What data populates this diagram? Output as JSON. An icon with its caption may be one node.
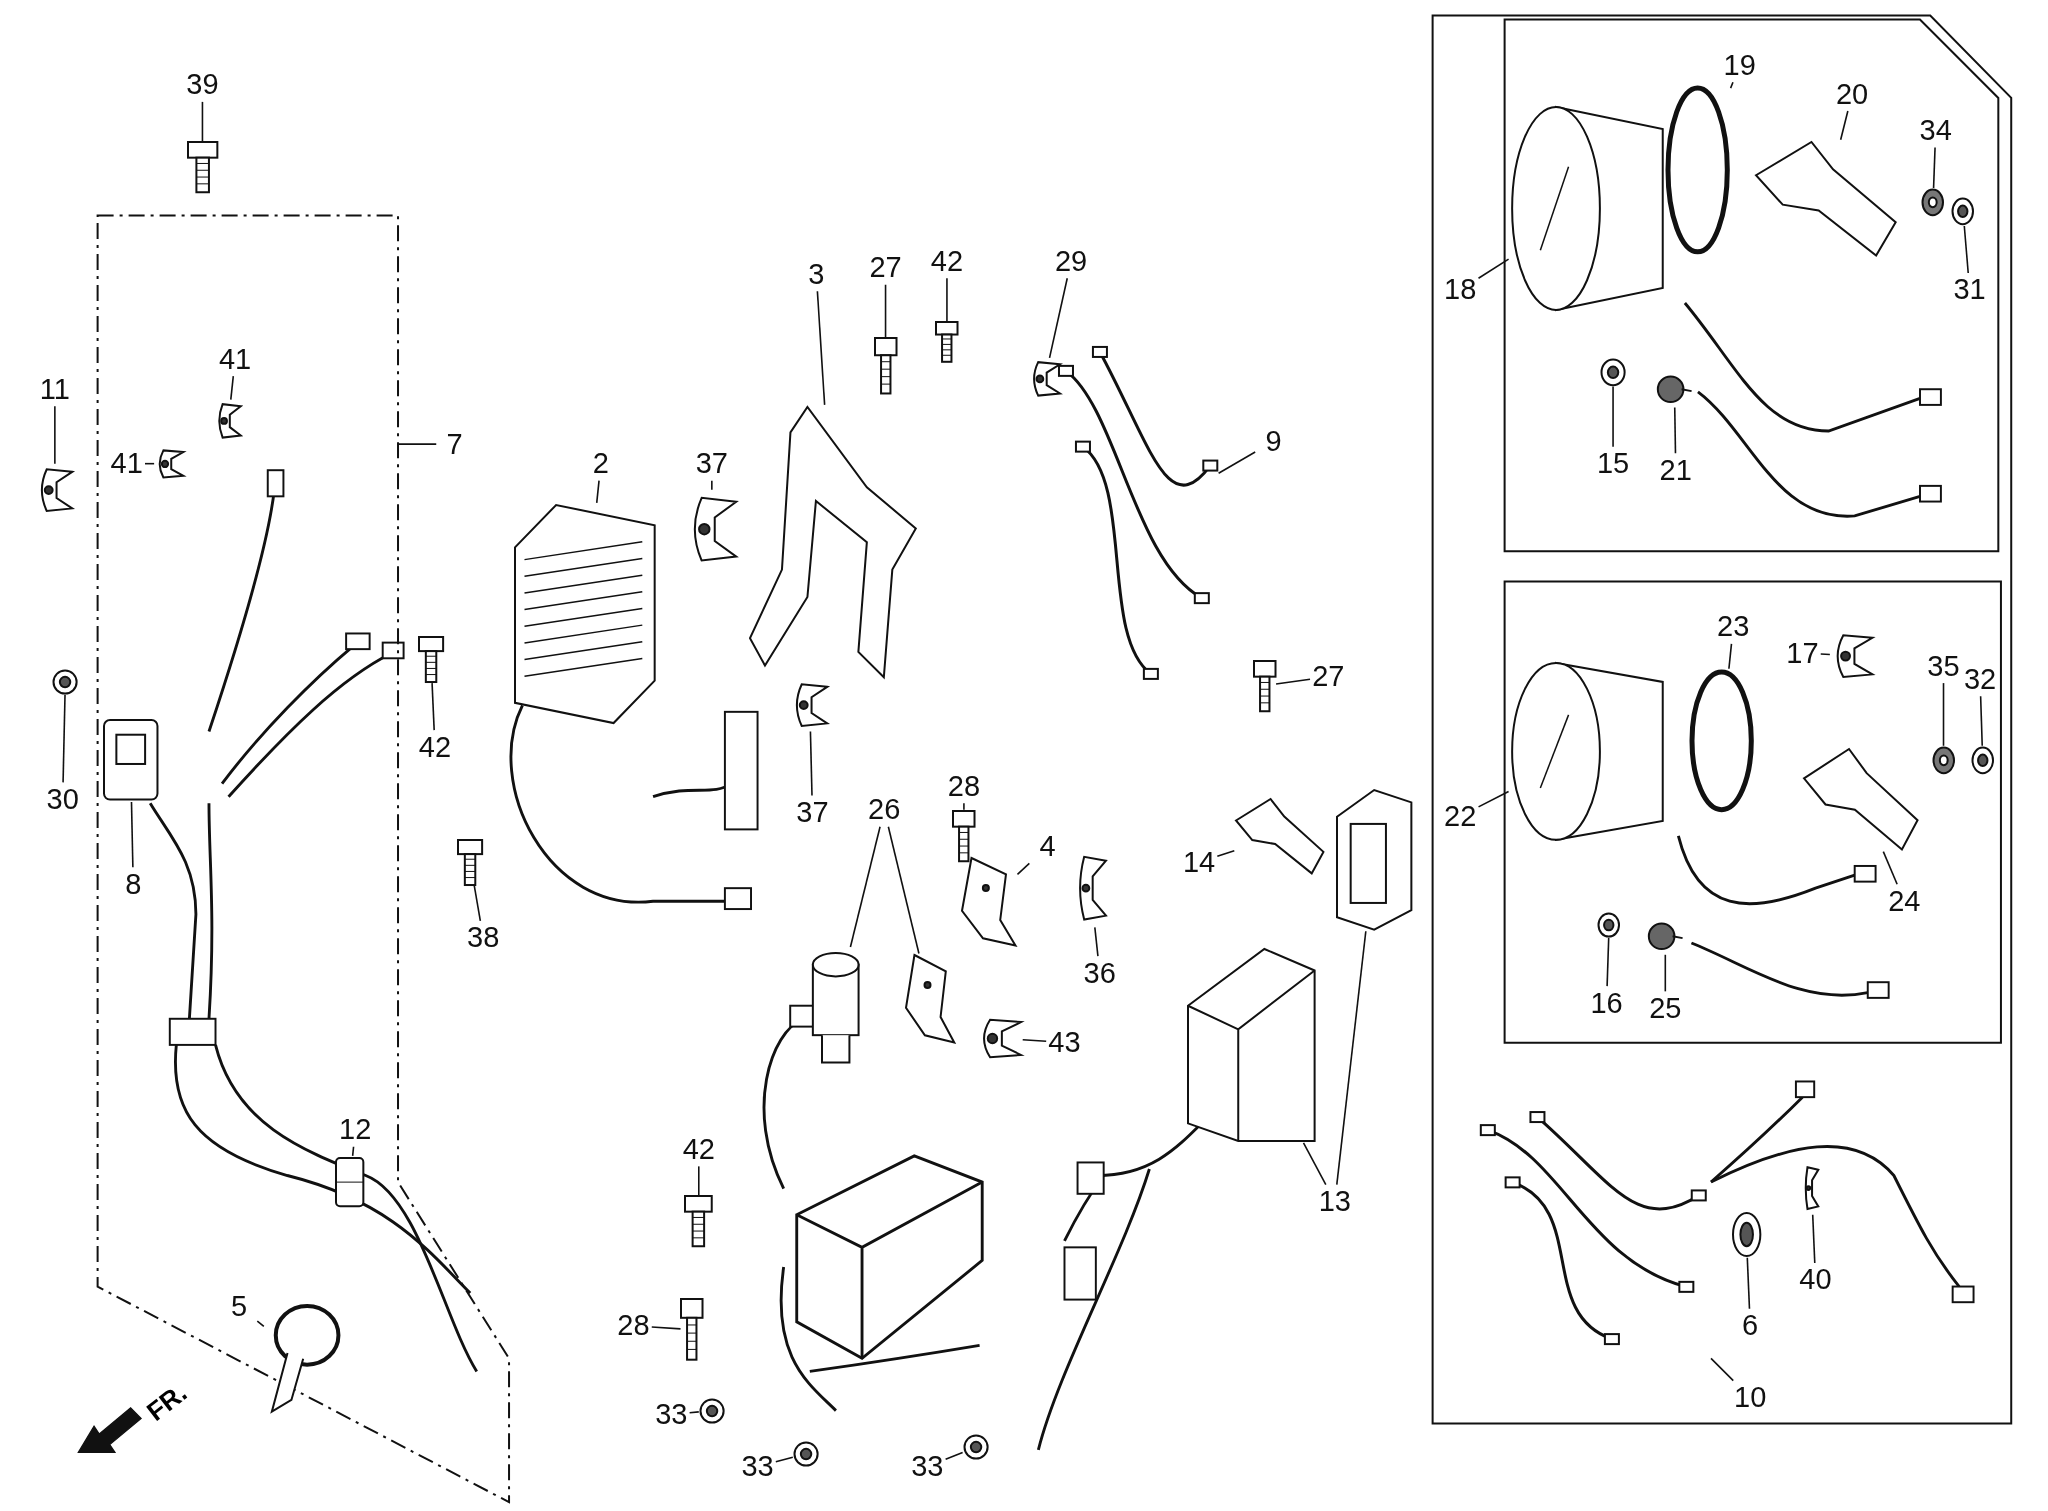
{
  "diagram": {
    "nodes": [
      {
        "text": [],
        "shape": "box"
      },
      {
        "text": [
          "39"
        ]
      },
      {
        "text": [],
        "shape": "picture"
      },
      {
        "text": [
          "11"
        ]
      },
      {
        "text": [],
        "shape": "picture"
      },
      {
        "text": [
          "41"
        ],
        "in": 0
      },
      {
        "text": [],
        "shape": "picture",
        "in": 0
      },
      {
        "text": [
          "41"
        ],
        "in": 0
      },
      {
        "text": [],
        "shape": "picture",
        "in": 0
      },
      {
        "text": [
          "7"
        ]
      },
      {
        "text": [
          "30"
        ]
      },
      {
        "text": [],
        "shape": "picture"
      },
      {
        "text": [
          "8"
        ],
        "in": 0
      },
      {
        "text": [],
        "shape": "picture",
        "in": 0
      },
      {
        "text": [
          "12"
        ],
        "in": 0
      },
      {
        "text": [],
        "shape": "picture",
        "in": 0
      },
      {
        "text": [
          "5"
        ],
        "in": 0
      },
      {
        "text": [],
        "shape": "circle",
        "in": 0
      },
      {
        "text": [
          "2"
        ]
      },
      {
        "text": [],
        "shape": "picture"
      },
      {
        "text": [
          "42"
        ]
      },
      {
        "text": [],
        "shape": "picture"
      },
      {
        "text": [
          "38"
        ]
      },
      {
        "text": [],
        "shape": "picture"
      },
      {
        "text": [
          "37"
        ]
      },
      {
        "text": [],
        "shape": "picture"
      },
      {
        "text": [
          "37"
        ]
      },
      {
        "text": [],
        "shape": "picture"
      },
      {
        "text": [
          "3"
        ]
      },
      {
        "text": [],
        "shape": "picture"
      },
      {
        "text": [
          "27"
        ]
      },
      {
        "text": [],
        "shape": "picture"
      },
      {
        "text": [
          "42"
        ]
      },
      {
        "text": [],
        "shape": "picture"
      },
      {
        "text": [
          "29"
        ]
      },
      {
        "text": [],
        "shape": "picture"
      },
      {
        "text": [
          "9"
        ]
      },
      {
        "text": [],
        "shape": "picture"
      },
      {
        "text": [
          "27"
        ]
      },
      {
        "text": [],
        "shape": "picture"
      },
      {
        "text": [
          "28"
        ]
      },
      {
        "text": [],
        "shape": "picture"
      },
      {
        "text": [
          "4"
        ]
      },
      {
        "text": [],
        "shape": "picture"
      },
      {
        "text": [
          "36"
        ]
      },
      {
        "text": [],
        "shape": "picture"
      },
      {
        "text": [
          "26"
        ]
      },
      {
        "text": [],
        "shape": "cylinder"
      },
      {
        "text": [],
        "shape": "picture"
      },
      {
        "text": [
          "43"
        ]
      },
      {
        "text": [],
        "shape": "picture"
      },
      {
        "text": [
          "14"
        ]
      },
      {
        "text": [],
        "shape": "picture"
      },
      {
        "text": [
          "13"
        ]
      },
      {
        "text": [],
        "shape": "picture"
      },
      {
        "text": [],
        "shape": "picture"
      },
      {
        "text": [
          "42"
        ]
      },
      {
        "text": [],
        "shape": "picture"
      },
      {
        "text": [
          "28"
        ]
      },
      {
        "text": [],
        "shape": "picture"
      },
      {
        "text": [
          "33"
        ]
      },
      {
        "text": [],
        "shape": "picture"
      },
      {
        "text": [
          "33"
        ]
      },
      {
        "text": [],
        "shape": "picture"
      },
      {
        "text": [
          "33"
        ]
      },
      {
        "text": [],
        "shape": "picture"
      },
      {
        "text": [],
        "shape": "box"
      },
      {
        "text": [],
        "shape": "box",
        "in": 66
      },
      {
        "text": [
          "19"
        ],
        "in": 67
      },
      {
        "text": [],
        "shape": "circle",
        "in": 67
      },
      {
        "text": [
          "20"
        ],
        "in": 67
      },
      {
        "text": [],
        "shape": "picture",
        "in": 67
      },
      {
        "text": [
          "34"
        ],
        "in": 67
      },
      {
        "text": [],
        "shape": "picture",
        "in": 67
      },
      {
        "text": [
          "31"
        ],
        "in": 67
      },
      {
        "text": [],
        "shape": "picture",
        "in": 67
      },
      {
        "text": [
          "18"
        ],
        "in": 66
      },
      {
        "text": [],
        "shape": "cylinder",
        "in": 67
      },
      {
        "text": [
          "15"
        ],
        "in": 67
      },
      {
        "text": [],
        "shape": "picture",
        "in": 67
      },
      {
        "text": [
          "21"
        ],
        "in": 67
      },
      {
        "text": [],
        "shape": "circle",
        "in": 67
      },
      {
        "text": [],
        "shape": "box",
        "in": 66
      },
      {
        "text": [
          "23"
        ],
        "in": 82
      },
      {
        "text": [],
        "shape": "circle",
        "in": 82
      },
      {
        "text": [
          "17"
        ],
        "in": 82
      },
      {
        "text": [],
        "shape": "picture",
        "in": 82
      },
      {
        "text": [
          "35"
        ],
        "in": 82
      },
      {
        "text": [],
        "shape": "picture",
        "in": 82
      },
      {
        "text": [
          "32"
        ],
        "in": 82
      },
      {
        "text": [],
        "shape": "picture",
        "in": 82
      },
      {
        "text": [
          "22"
        ],
        "in": 66
      },
      {
        "text": [],
        "shape": "cylinder",
        "in": 82
      },
      {
        "text": [
          "24"
        ],
        "in": 82
      },
      {
        "text": [],
        "shape": "picture",
        "in": 82
      },
      {
        "text": [
          "16"
        ],
        "in": 82
      },
      {
        "text": [],
        "shape": "picture",
        "in": 82
      },
      {
        "text": [
          "25"
        ],
        "in": 82
      },
      {
        "text": [],
        "shape": "circle",
        "in": 82
      },
      {
        "text": [
          "10"
        ],
        "in": 66
      },
      {
        "text": [],
        "shape": "picture",
        "in": 66
      },
      {
        "text": [
          "6"
        ],
        "in": 66
      },
      {
        "text": [],
        "shape": "picture",
        "in": 66
      },
      {
        "text": [
          "40"
        ],
        "in": 66
      },
      {
        "text": [],
        "shape": "picture",
        "in": 66
      }
    ],
    "edges": [
      {
        "from": 1,
        "to": 2,
        "arrow": "none"
      },
      {
        "from": 3,
        "to": 4,
        "arrow": "none"
      },
      {
        "from": 5,
        "to": 6,
        "arrow": "none"
      },
      {
        "from": 7,
        "to": 8,
        "arrow": "none"
      },
      {
        "from": 9,
        "to": 0,
        "arrow": "none"
      },
      {
        "from": 10,
        "to": 11,
        "arrow": "none"
      },
      {
        "from": 12,
        "to": 13,
        "arrow": "none"
      },
      {
        "from": 14,
        "to": 15,
        "arrow": "none"
      },
      {
        "from": 16,
        "to": 17,
        "arrow": "none"
      },
      {
        "from": 18,
        "to": 19,
        "arrow": "none"
      },
      {
        "from": 20,
        "to": 21,
        "arrow": "none"
      },
      {
        "from": 22,
        "to": 23,
        "arrow": "none"
      },
      {
        "from": 24,
        "to": 25,
        "arrow": "none"
      },
      {
        "from": 26,
        "to": 27,
        "arrow": "none"
      },
      {
        "from": 28,
        "to": 29,
        "arrow": "none"
      },
      {
        "from": 30,
        "to": 31,
        "arrow": "none"
      },
      {
        "from": 32,
        "to": 33,
        "arrow": "none"
      },
      {
        "from": 34,
        "to": 35,
        "arrow": "none"
      },
      {
        "from": 36,
        "to": 37,
        "arrow": "none"
      },
      {
        "from": 38,
        "to": 39,
        "arrow": "none"
      },
      {
        "from": 40,
        "to": 41,
        "arrow": "none"
      },
      {
        "from": 42,
        "to": 43,
        "arrow": "none"
      },
      {
        "from": 44,
        "to": 45,
        "arrow": "none"
      },
      {
        "from": 46,
        "to": 47,
        "arrow": "none"
      },
      {
        "from": 46,
        "to": 48,
        "arrow": "none"
      },
      {
        "from": 49,
        "to": 50,
        "arrow": "none"
      },
      {
        "from": 51,
        "to": 52,
        "arrow": "none"
      },
      {
        "from": 53,
        "to": 54,
        "arrow": "none"
      },
      {
        "from": 53,
        "to": 55,
        "arrow": "none"
      },
      {
        "from": 56,
        "to": 57,
        "arrow": "none"
      },
      {
        "from": 58,
        "to": 59,
        "arrow": "none"
      },
      {
        "from": 60,
        "to": 61,
        "arrow": "none"
      },
      {
        "from": 62,
        "to": 63,
        "arrow": "none"
      },
      {
        "from": 64,
        "to": 65,
        "arrow": "none"
      },
      {
        "from": 68,
        "to": 69,
        "arrow": "none"
      },
      {
        "from": 70,
        "to": 71,
        "arrow": "none"
      },
      {
        "from": 72,
        "to": 73,
        "arrow": "none"
      },
      {
        "from": 74,
        "to": 75,
        "arrow": "none"
      },
      {
        "from": 76,
        "to": 77,
        "arrow": "none"
      },
      {
        "from": 78,
        "to": 79,
        "arrow": "none"
      },
      {
        "from": 80,
        "to": 81,
        "arrow": "none"
      },
      {
        "from": 83,
        "to": 84,
        "arrow": "none"
      },
      {
        "from": 85,
        "to": 86,
        "arrow": "none"
      },
      {
        "from": 87,
        "to": 88,
        "arrow": "none"
      },
      {
        "from": 89,
        "to": 90,
        "arrow": "none"
      },
      {
        "from": 91,
        "to": 92,
        "arrow": "none"
      },
      {
        "from": 93,
        "to": 94,
        "arrow": "none"
      },
      {
        "from": 95,
        "to": 96,
        "arrow": "none"
      },
      {
        "from": 97,
        "to": 98,
        "arrow": "none"
      },
      {
        "from": 99,
        "to": 100,
        "arrow": "none"
      },
      {
        "from": 101,
        "to": 102,
        "arrow": "none"
      },
      {
        "from": 103,
        "to": 104,
        "arrow": "none"
      }
    ],
    "labels": [
      "FR."
    ]
  }
}
